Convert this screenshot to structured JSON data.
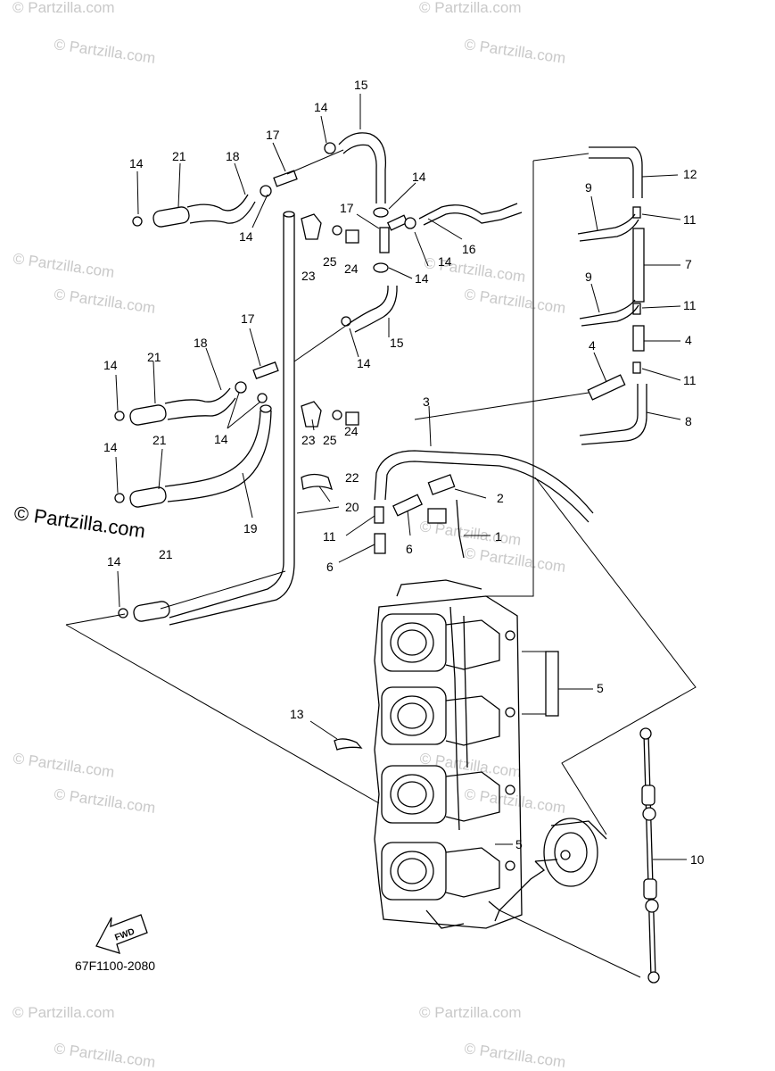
{
  "watermark": {
    "text": "© Partzilla.com",
    "prominent_text": "© Partzilla.com"
  },
  "diagram_code": "67F1100-2080",
  "fwd_label": "FWD",
  "callouts": {
    "c15a": "15",
    "c14a": "14",
    "c17a": "17",
    "c14b": "14",
    "c21a": "21",
    "c18a": "18",
    "c14c": "14",
    "c14d": "14",
    "c17b": "17",
    "c16": "16",
    "c14e": "14",
    "c23a": "23",
    "c25a": "25",
    "c24a": "24",
    "c14f": "14",
    "c15b": "15",
    "c17c": "17",
    "c14g": "14",
    "c21b": "21",
    "c18b": "18",
    "c14h": "14",
    "c14i": "14",
    "c23b": "23",
    "c25b": "25",
    "c24b": "24",
    "c22": "22",
    "c14j": "14",
    "c21c": "21",
    "c19": "19",
    "c20": "20",
    "c3": "3",
    "c2": "2",
    "c11a": "11",
    "c6a": "6",
    "c1": "1",
    "c6b": "6",
    "c14k": "14",
    "c21d": "21",
    "c12": "12",
    "c9a": "9",
    "c11b": "11",
    "c7": "7",
    "c9b": "9",
    "c11c": "11",
    "c4a": "4",
    "c4b": "4",
    "c11d": "11",
    "c8": "8",
    "c5a": "5",
    "c13": "13",
    "c5b": "5",
    "c10": "10"
  }
}
